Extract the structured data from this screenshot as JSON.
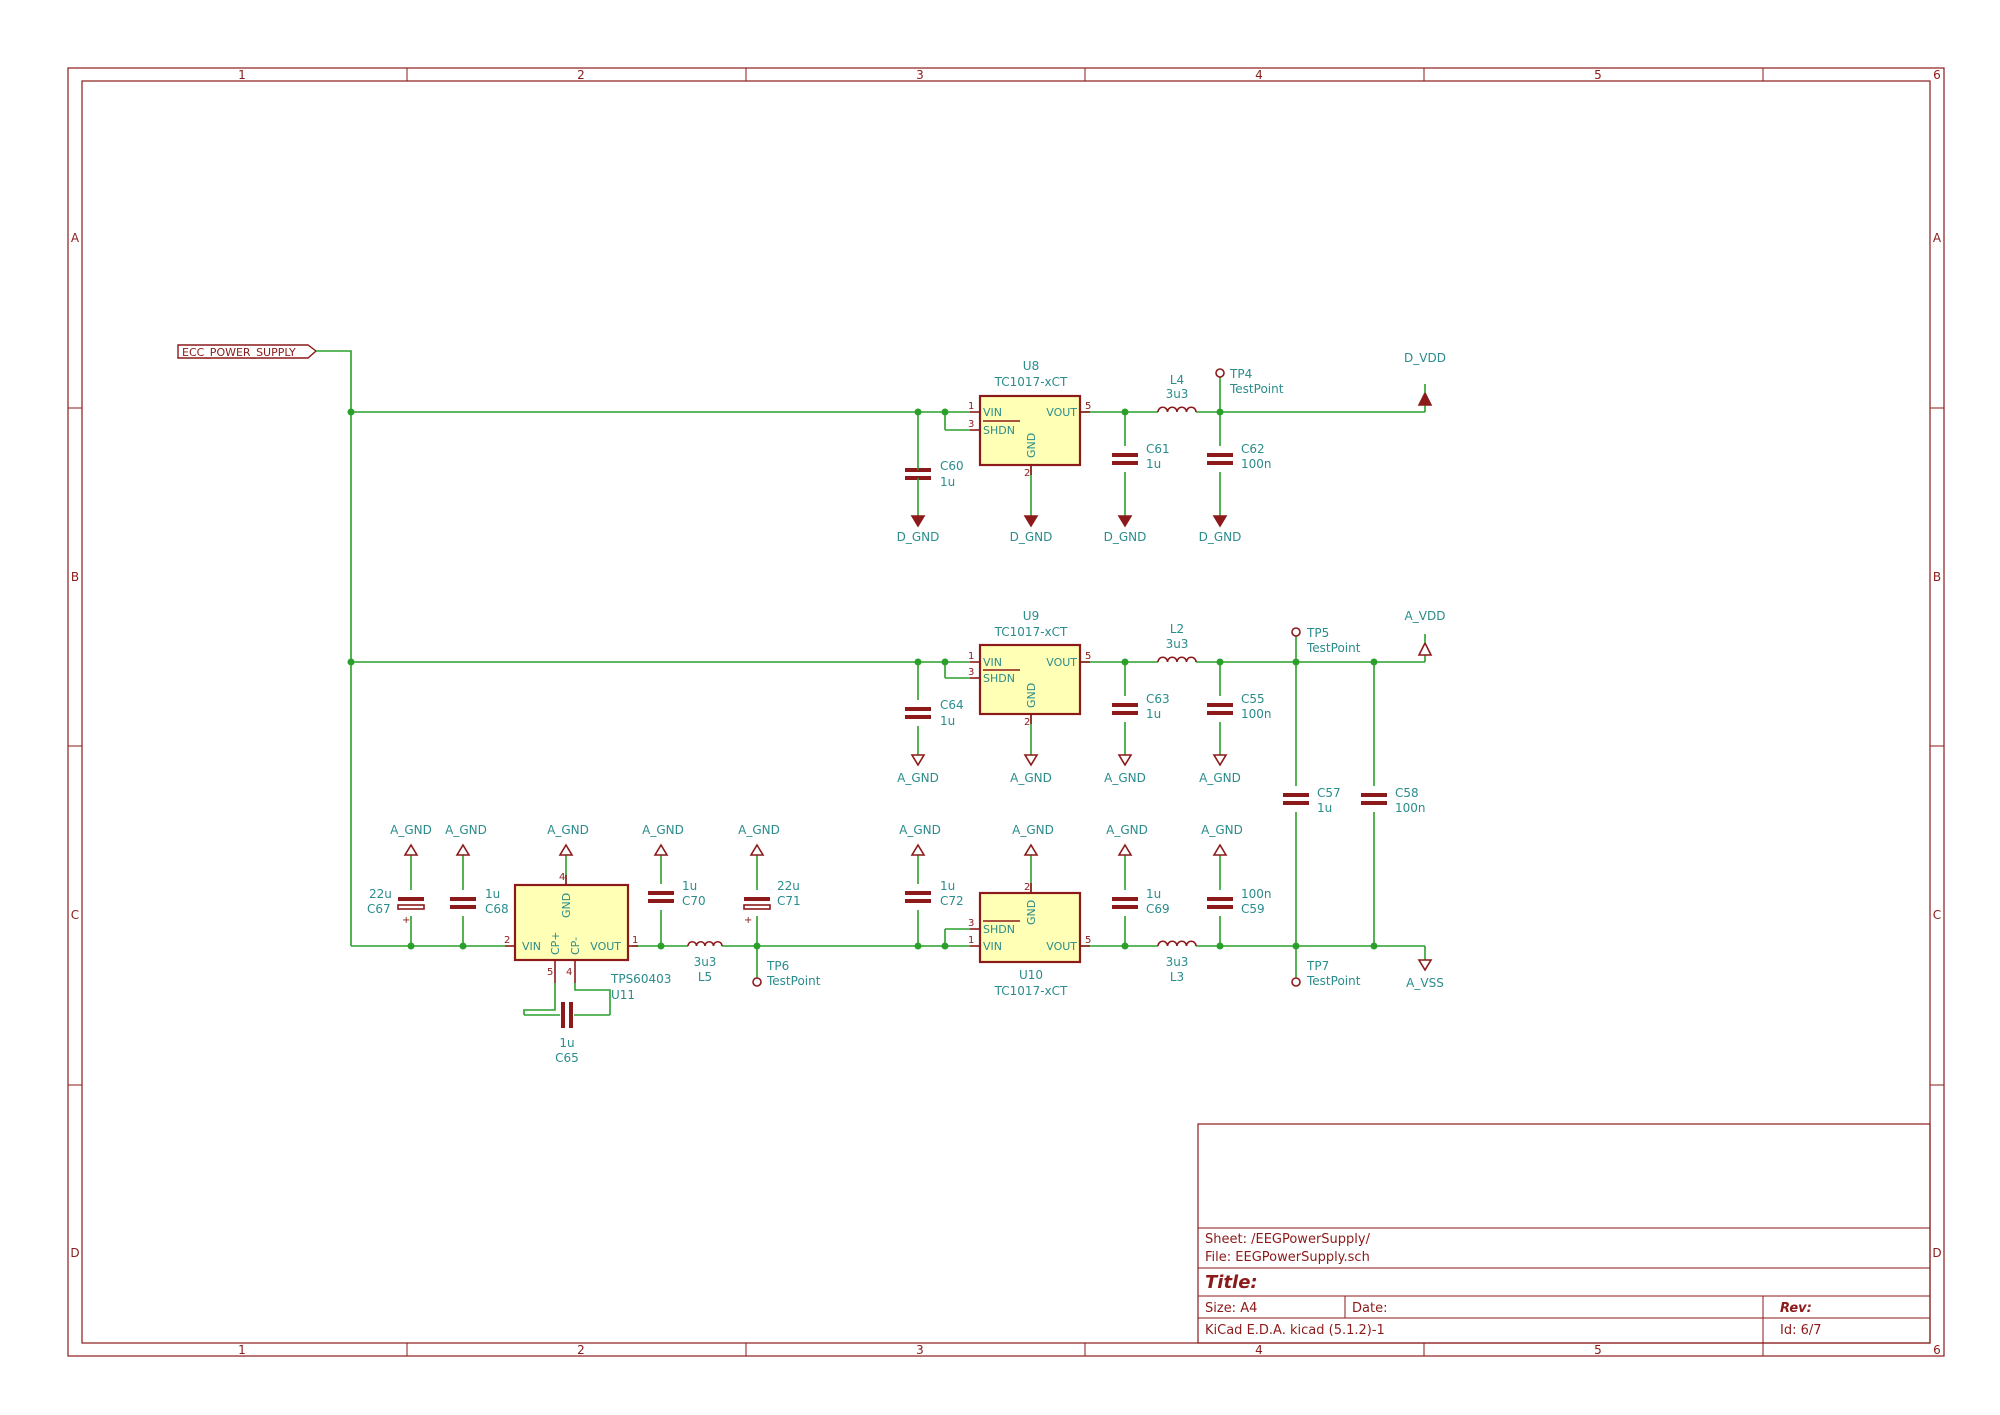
{
  "frame": {
    "columns": [
      "1",
      "2",
      "3",
      "4",
      "5",
      "6"
    ],
    "rows": [
      "A",
      "B",
      "C",
      "D"
    ]
  },
  "title_block": {
    "sheet": "Sheet: /EEGPowerSupply/",
    "file": "File: EEGPowerSupply.sch",
    "title": "Title:",
    "size": "Size: A4",
    "date": "Date:",
    "rev": "Rev:",
    "tool": "KiCad E.D.A.  kicad (5.1.2)-1",
    "id": "Id: 6/7"
  },
  "hier_label": "ECC_POWER_SUPPLY",
  "regulators": {
    "u8": {
      "ref": "U8",
      "value": "TC1017-xCT"
    },
    "u9": {
      "ref": "U9",
      "value": "TC1017-xCT"
    },
    "u10": {
      "ref": "U10",
      "value": "TC1017-xCT"
    },
    "pins": {
      "vin": "VIN",
      "shdn": "SHDN",
      "vout": "VOUT",
      "gnd": "GND",
      "p1": "1",
      "p2": "2",
      "p3": "3",
      "p5": "5"
    }
  },
  "u11": {
    "ref": "U11",
    "value": "TPS60403",
    "vin": "VIN",
    "cpp": "CP+",
    "cpm": "CP-",
    "vout": "VOUT",
    "gnd": "GND",
    "p1": "1",
    "p2": "2",
    "p4": "4",
    "p5": "5",
    "p4b": "4"
  },
  "caps": {
    "c60": {
      "ref": "C60",
      "value": "1u"
    },
    "c61": {
      "ref": "C61",
      "value": "1u"
    },
    "c62": {
      "ref": "C62",
      "value": "100n"
    },
    "c64": {
      "ref": "C64",
      "value": "1u"
    },
    "c63": {
      "ref": "C63",
      "value": "1u"
    },
    "c55": {
      "ref": "C55",
      "value": "100n"
    },
    "c57": {
      "ref": "C57",
      "value": "1u"
    },
    "c58": {
      "ref": "C58",
      "value": "100n"
    },
    "c67": {
      "ref": "C67",
      "value": "22u"
    },
    "c68": {
      "ref": "C68",
      "value": "1u"
    },
    "c70": {
      "ref": "C70",
      "value": "1u"
    },
    "c71": {
      "ref": "C71",
      "value": "22u"
    },
    "c72": {
      "ref": "C72",
      "value": "1u"
    },
    "c69": {
      "ref": "C69",
      "value": "1u"
    },
    "c59": {
      "ref": "C59",
      "value": "100n"
    },
    "c65": {
      "ref": "C65",
      "value": "1u"
    }
  },
  "inductors": {
    "l4": {
      "ref": "L4",
      "value": "3u3"
    },
    "l2": {
      "ref": "L2",
      "value": "3u3"
    },
    "l5": {
      "ref": "L5",
      "value": "3u3"
    },
    "l3": {
      "ref": "L3",
      "value": "3u3"
    }
  },
  "testpoints": {
    "tp4": {
      "ref": "TP4",
      "value": "TestPoint"
    },
    "tp5": {
      "ref": "TP5",
      "value": "TestPoint"
    },
    "tp6": {
      "ref": "TP6",
      "value": "TestPoint"
    },
    "tp7": {
      "ref": "TP7",
      "value": "TestPoint"
    }
  },
  "nets": {
    "d_gnd": "D_GND",
    "a_gnd": "A_GND",
    "d_vdd": "D_VDD",
    "a_vdd": "A_VDD",
    "a_vss": "A_VSS",
    "plus": "+"
  }
}
